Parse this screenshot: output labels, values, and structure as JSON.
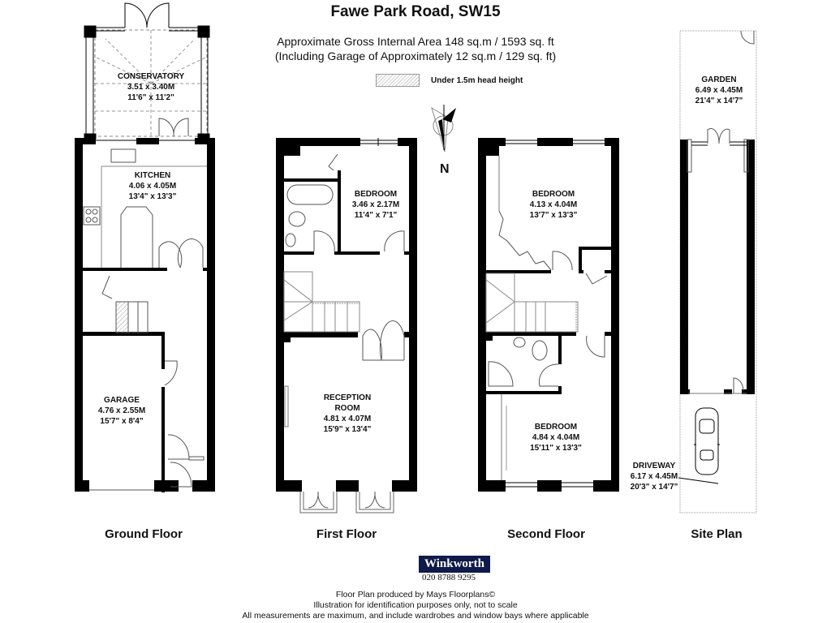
{
  "header": {
    "title": "Fawe Park Road, SW15",
    "area_line1": "Approximate Gross Internal Area 148 sq.m  /  1593 sq. ft",
    "area_line2": "(Including Garage of Approximately 12 sq.m  /  129 sq. ft)",
    "legend_label": "Under 1.5m head height"
  },
  "compass": {
    "label": "N"
  },
  "floors": {
    "ground": {
      "label": "Ground Floor",
      "rooms": [
        {
          "name": "CONSERVATORY",
          "metric": "3.51 x 3.40M",
          "imperial": "11'6\" x 11'2\""
        },
        {
          "name": "KITCHEN",
          "metric": "4.06 x 4.05M",
          "imperial": "13'4\" x 13'3\""
        },
        {
          "name": "GARAGE",
          "metric": "4.76 x 2.55M",
          "imperial": "15'7\" x 8'4\""
        }
      ]
    },
    "first": {
      "label": "First Floor",
      "rooms": [
        {
          "name": "BEDROOM",
          "metric": "3.46 x 2.17M",
          "imperial": "11'4\" x 7'1\""
        },
        {
          "name": "RECEPTION",
          "name2": "ROOM",
          "metric": "4.81 x 4.07M",
          "imperial": "15'9\" x 13'4\""
        }
      ]
    },
    "second": {
      "label": "Second Floor",
      "rooms": [
        {
          "name": "BEDROOM",
          "metric": "4.13 x 4.04M",
          "imperial": "13'7\" x 13'3\""
        },
        {
          "name": "BEDROOM",
          "metric": "4.84 x 4.04M",
          "imperial": "15'11\" x 13'3\""
        }
      ]
    },
    "site": {
      "label": "Site Plan",
      "rooms": [
        {
          "name": "GARDEN",
          "metric": "6.49 x 4.45M",
          "imperial": "21'4\" x 14'7\""
        },
        {
          "name": "DRIVEWAY",
          "metric": "6.17 x 4.45M",
          "imperial": "20'3\" x 14'7\""
        }
      ]
    }
  },
  "branding": {
    "agent": "Winkworth",
    "phone": "020 8788 9295",
    "brand_color": "#0e1a4a"
  },
  "footer": {
    "line1": "Floor Plan produced by Mays Floorplans©",
    "line2": "Illustration for identification purposes only, not to scale",
    "line3": "All measurements are maximum, and include wardrobes and window bays where applicable"
  }
}
